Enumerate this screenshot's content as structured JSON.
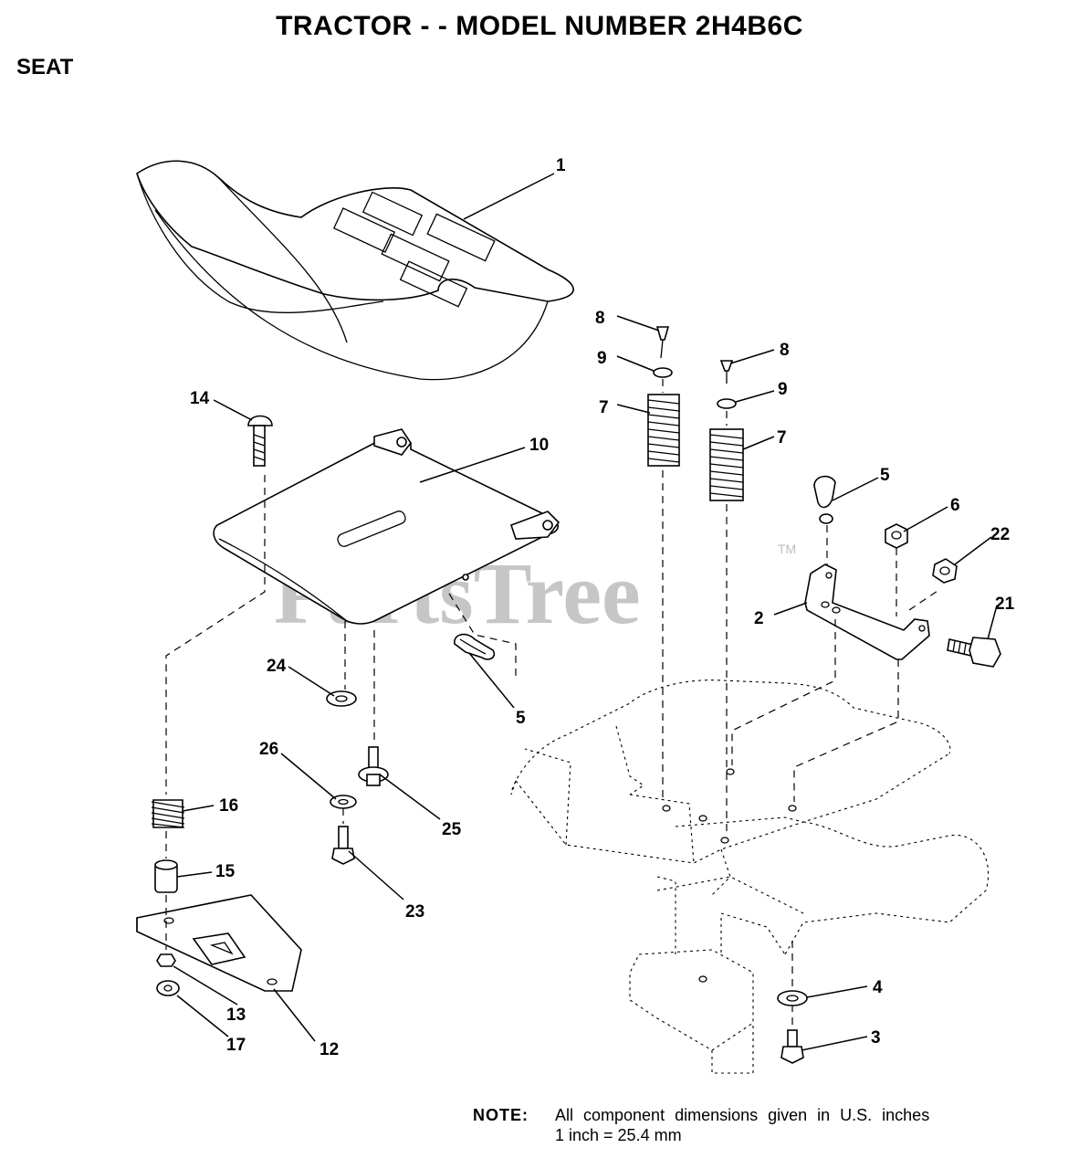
{
  "header": {
    "title": "TRACTOR - - MODEL NUMBER 2H4B6C",
    "section": "SEAT"
  },
  "watermark": {
    "text": "PartsTree",
    "trademark": "TM"
  },
  "callouts": [
    {
      "key": "c1",
      "label": "1"
    },
    {
      "key": "c2",
      "label": "2"
    },
    {
      "key": "c3",
      "label": "3"
    },
    {
      "key": "c4",
      "label": "4"
    },
    {
      "key": "c5a",
      "label": "5"
    },
    {
      "key": "c5b",
      "label": "5"
    },
    {
      "key": "c6",
      "label": "6"
    },
    {
      "key": "c7a",
      "label": "7"
    },
    {
      "key": "c7b",
      "label": "7"
    },
    {
      "key": "c8a",
      "label": "8"
    },
    {
      "key": "c8b",
      "label": "8"
    },
    {
      "key": "c9a",
      "label": "9"
    },
    {
      "key": "c9b",
      "label": "9"
    },
    {
      "key": "c10",
      "label": "10"
    },
    {
      "key": "c12",
      "label": "12"
    },
    {
      "key": "c13",
      "label": "13"
    },
    {
      "key": "c14",
      "label": "14"
    },
    {
      "key": "c15",
      "label": "15"
    },
    {
      "key": "c16",
      "label": "16"
    },
    {
      "key": "c17",
      "label": "17"
    },
    {
      "key": "c21",
      "label": "21"
    },
    {
      "key": "c22",
      "label": "22"
    },
    {
      "key": "c23",
      "label": "23"
    },
    {
      "key": "c24",
      "label": "24"
    },
    {
      "key": "c25",
      "label": "25"
    },
    {
      "key": "c26",
      "label": "26"
    }
  ],
  "note": {
    "label": "NOTE:",
    "line1": "All component dimensions given in U.S. inches",
    "line2": "1 inch = 25.4 mm"
  }
}
